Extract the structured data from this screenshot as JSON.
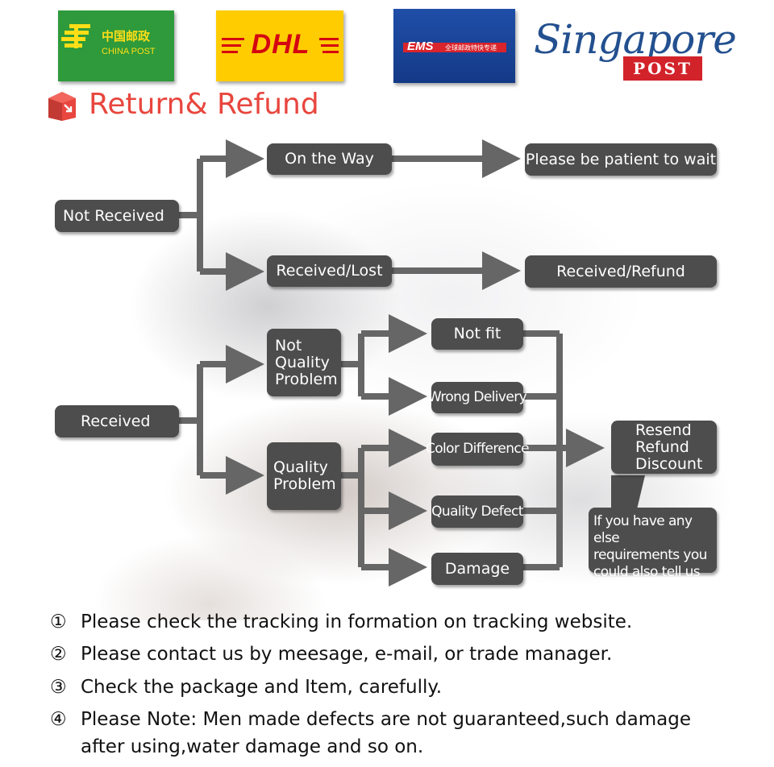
{
  "logos": {
    "china_post": {
      "cn": "中国邮政",
      "en": "CHINA POST"
    },
    "dhl": {
      "text": "DHL"
    },
    "ems": {
      "text": "EMS",
      "sub": "全球邮政特快专递"
    },
    "singapore_post": {
      "script": "Singapore",
      "post": "POST"
    }
  },
  "section": {
    "title": "Return& Refund",
    "icon": "return-box-icon"
  },
  "flow": {
    "not_received": "Not Received",
    "on_the_way": "On the Way",
    "be_patient": "Please be patient to wait",
    "received_lost": "Received/Lost",
    "received_refund": "Received/Refund",
    "received": "Received",
    "not_quality_problem": "Not\nQuality\nProblem",
    "quality_problem": "Quality\nProblem",
    "not_fit": "Not fit",
    "wrong_delivery": "Wrong Delivery",
    "color_difference": "Color Difference",
    "quality_defect": "Quality Defect",
    "damage": "Damage",
    "resend_refund_discount": "Resend\nRefund\nDiscount",
    "note": "If you have any else\nrequirements you\ncould also tell us"
  },
  "instructions": [
    {
      "num": "①",
      "text": "Please check the tracking in formation on tracking website."
    },
    {
      "num": "②",
      "text": "Please contact us by meesage, e-mail, or trade manager."
    },
    {
      "num": "③",
      "text": "Check the package and Item, carefully."
    },
    {
      "num": "④",
      "text": "Please Note: Men made defects  are not guaranteed,such damage",
      "cont": "after using,water damage and so on."
    }
  ],
  "colors": {
    "box": "#4d4d4d",
    "connector": "#666666",
    "title": "#e8463e"
  }
}
